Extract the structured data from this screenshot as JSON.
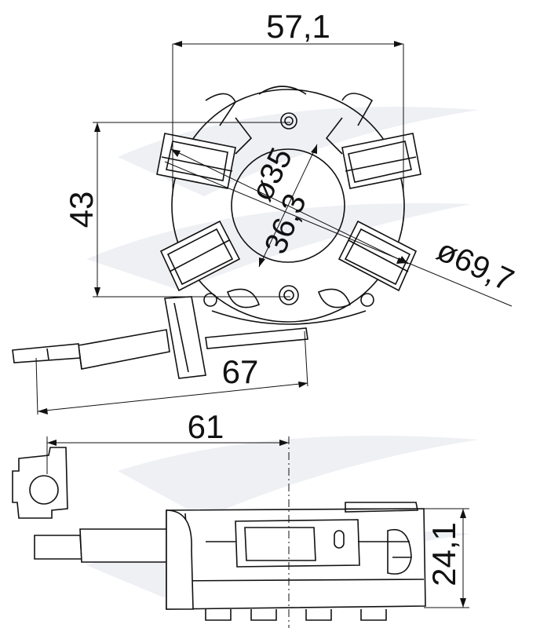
{
  "dimensions": {
    "width_top": "57,1",
    "height_left": "43",
    "inner_diameter": "ø35",
    "center_distance": "36,3",
    "outer_diameter": "ø69,7",
    "lead_length": "67",
    "side_length": "61",
    "side_height": "24,1"
  },
  "colors": {
    "ink": "#111111",
    "watermark": "#eef0f4",
    "background": "#ffffff"
  }
}
